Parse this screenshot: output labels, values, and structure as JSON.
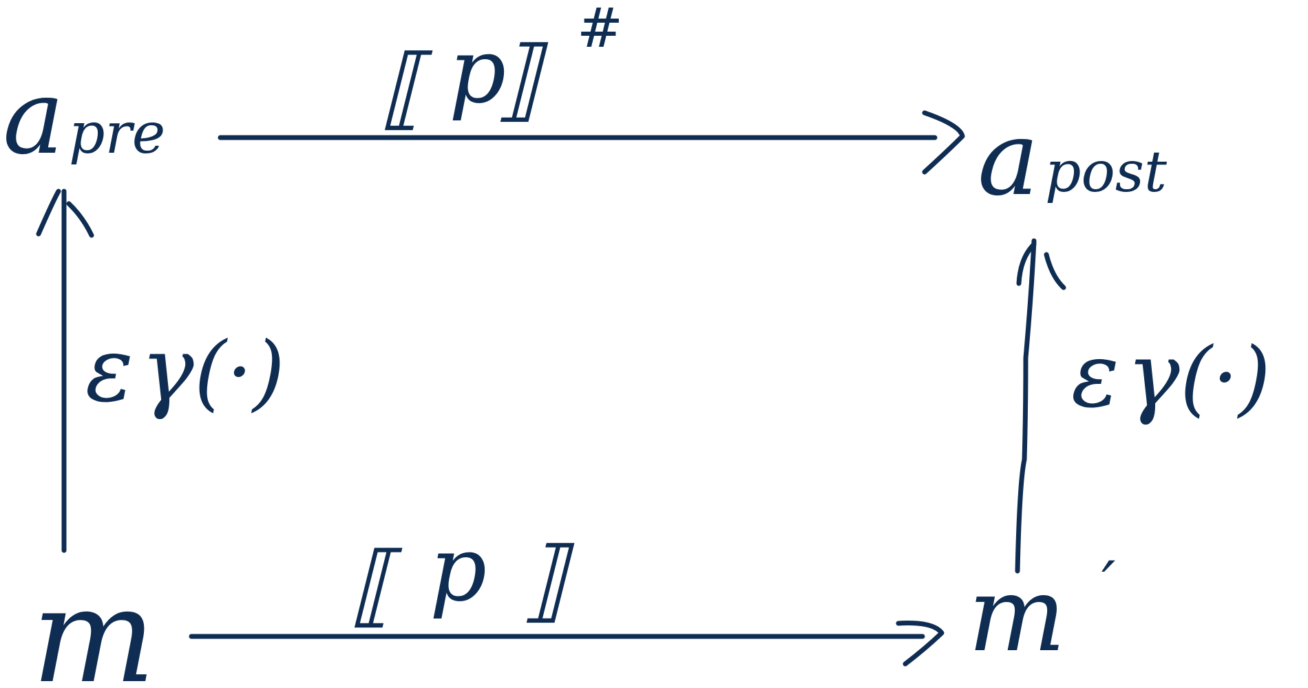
{
  "diagram": {
    "ink_color": "#0f2d52",
    "background_color": "#ffffff",
    "nodes": {
      "a_pre": {
        "symbol": "a",
        "subscript": "pre"
      },
      "a_post": {
        "symbol": "a",
        "subscript": "post"
      },
      "m": {
        "symbol": "m"
      },
      "m_prime": {
        "symbol": "m",
        "prime": "′"
      }
    },
    "edges": {
      "top": {
        "left_bracket": "⟦",
        "program": "p",
        "right_bracket": "⟧",
        "superscript": "#"
      },
      "bottom": {
        "left_bracket": "⟦",
        "program": "p",
        "right_bracket": "⟧"
      },
      "left": {
        "epsilon": "ε",
        "gamma": "γ",
        "argument": "(·)"
      },
      "right": {
        "epsilon": "ε",
        "gamma": "γ",
        "argument": "(·)"
      }
    }
  }
}
